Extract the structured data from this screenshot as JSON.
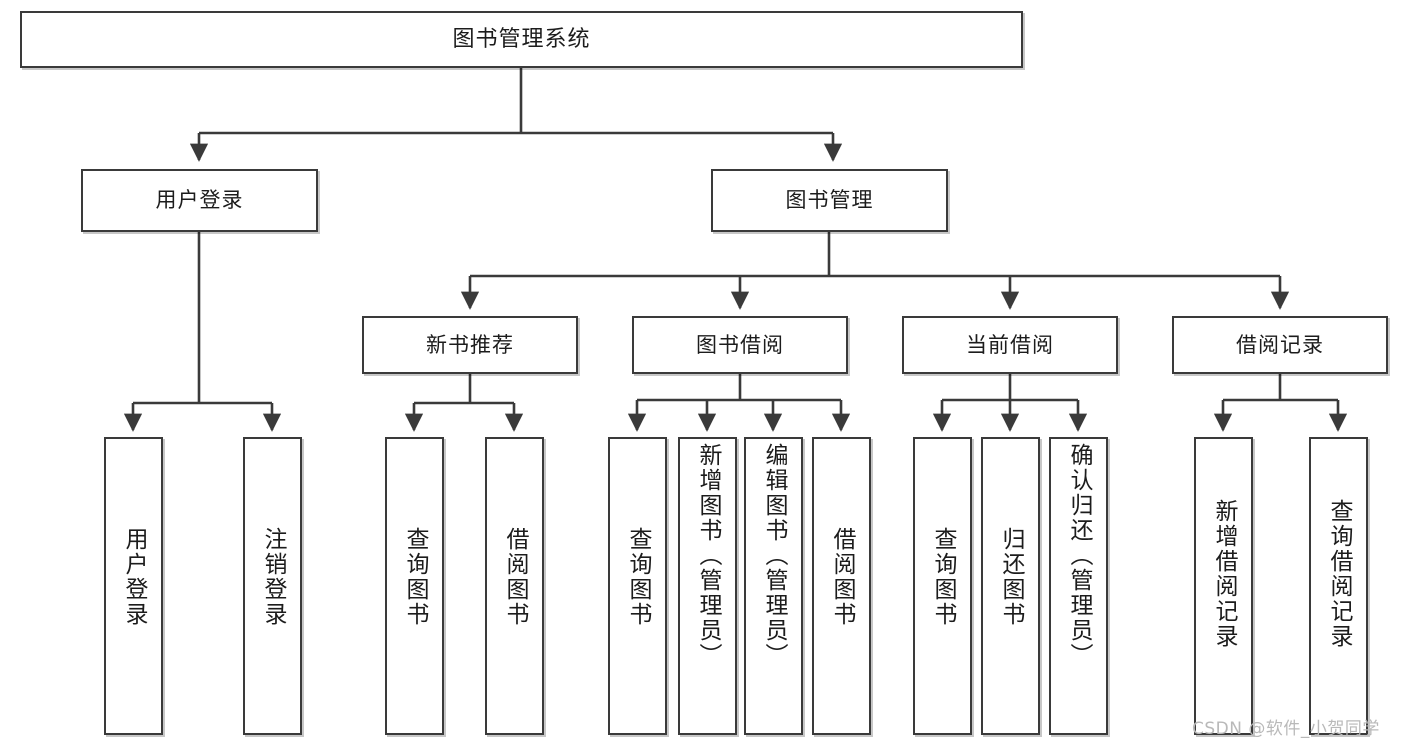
{
  "diagram": {
    "title": "图书管理系统",
    "watermark": "CSDN @软件_小贺同学",
    "line_color": "#3a3a3a",
    "box_border_color": "#3a3a3a",
    "box_fill_color": "#ffffff",
    "text_color": "#1c1c1c",
    "nodes": {
      "root": {
        "label": "图书管理系统"
      },
      "level2": [
        {
          "label": "用户登录"
        },
        {
          "label": "图书管理"
        }
      ],
      "level3": [
        {
          "label": "新书推荐"
        },
        {
          "label": "图书借阅"
        },
        {
          "label": "当前借阅"
        },
        {
          "label": "借阅记录"
        }
      ],
      "leaves": {
        "user_login": [
          {
            "label": "用户登录"
          },
          {
            "label": "注销登录"
          }
        ],
        "new_book_recommend": [
          {
            "label": "查询图书"
          },
          {
            "label": "借阅图书"
          }
        ],
        "book_borrow": [
          {
            "label": "查询图书"
          },
          {
            "label": "新增图书（管理员）"
          },
          {
            "label": "编辑图书（管理员）"
          },
          {
            "label": "借阅图书"
          }
        ],
        "current_borrow": [
          {
            "label": "查询图书"
          },
          {
            "label": "归还图书"
          },
          {
            "label": "确认归还（管理员）"
          }
        ],
        "borrow_record": [
          {
            "label": "新增借阅记录"
          },
          {
            "label": "查询借阅记录"
          }
        ]
      }
    }
  }
}
